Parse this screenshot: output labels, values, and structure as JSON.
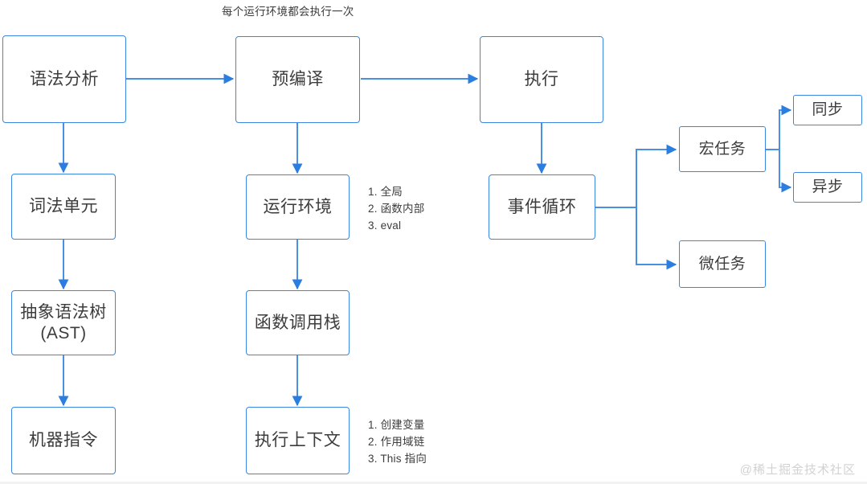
{
  "diagram": {
    "title_caption": "每个运行环境都会执行一次",
    "accent_color": "#3b86e0",
    "text_color": "#3c3c3c",
    "background_color": "#ffffff",
    "nodes": [
      {
        "id": "syntax-analysis",
        "label": "语法分析"
      },
      {
        "id": "precompile",
        "label": "预编译"
      },
      {
        "id": "execute",
        "label": "执行"
      },
      {
        "id": "lexical-token",
        "label": "词法单元"
      },
      {
        "id": "runtime-env",
        "label": "运行环境"
      },
      {
        "id": "event-loop",
        "label": "事件循环"
      },
      {
        "id": "ast",
        "label": "抽象语法树\n(AST)"
      },
      {
        "id": "call-stack",
        "label": "函数调用栈"
      },
      {
        "id": "machine-code",
        "label": "机器指令"
      },
      {
        "id": "execution-context",
        "label": "执行上下文"
      },
      {
        "id": "macro-task",
        "label": "宏任务"
      },
      {
        "id": "micro-task",
        "label": "微任务"
      },
      {
        "id": "sync",
        "label": "同步"
      },
      {
        "id": "async",
        "label": "异步"
      }
    ],
    "notes": {
      "runtime_env": [
        "1. 全局",
        "2. 函数内部",
        "3. eval"
      ],
      "execution_context": [
        "1. 创建变量",
        "2. 作用域链",
        "3. This 指向"
      ]
    },
    "watermark": "@稀土掘金技术社区"
  }
}
